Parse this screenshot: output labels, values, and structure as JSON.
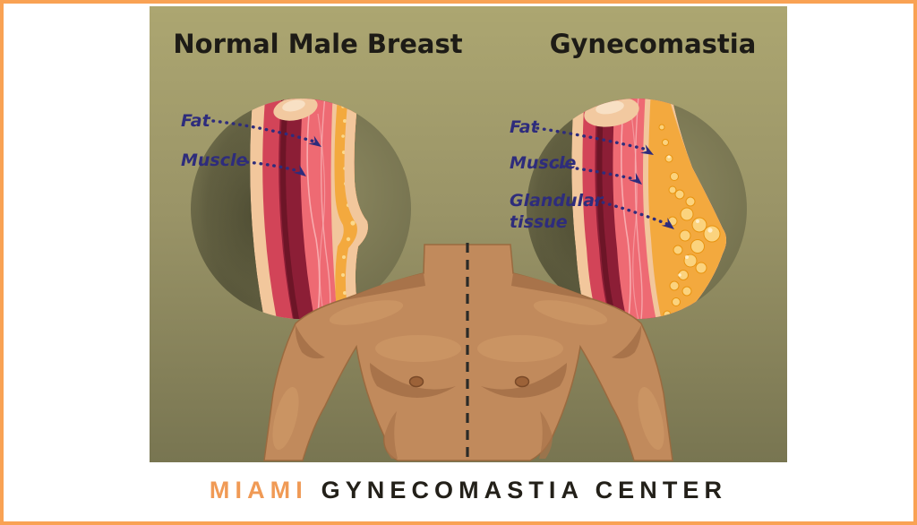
{
  "titles": {
    "left": "Normal Male Breast",
    "right": "Gynecomastia"
  },
  "labels": {
    "left_fat": "Fat",
    "left_muscle": "Muscle",
    "right_fat": "Fat",
    "right_muscle": "Muscle",
    "right_glandular_line1": "Glandular",
    "right_glandular_line2": "tissue"
  },
  "footer": {
    "brand_primary": "MIAMI",
    "brand_secondary": "GYNECOMASTIA CENTER"
  },
  "colors": {
    "frame_border": "#f9a254",
    "panel_top": "#aca671",
    "panel_bottom": "#787551",
    "circle_shade": "#565339",
    "label_navy": "#2e2c7c",
    "title_dark": "#1d1b16",
    "footer_orange": "#f09a55",
    "footer_dark": "#232019",
    "skin_peach": "#f2c79c",
    "muscle_red": "#d24458",
    "muscle_maroon": "#8c1e36",
    "muscle_pink": "#ee6a73",
    "fat_yellow": "#f3a93e",
    "gland_light": "#fbd37e",
    "torso_skin": "#c18a5c",
    "torso_shade": "#a8734a"
  }
}
